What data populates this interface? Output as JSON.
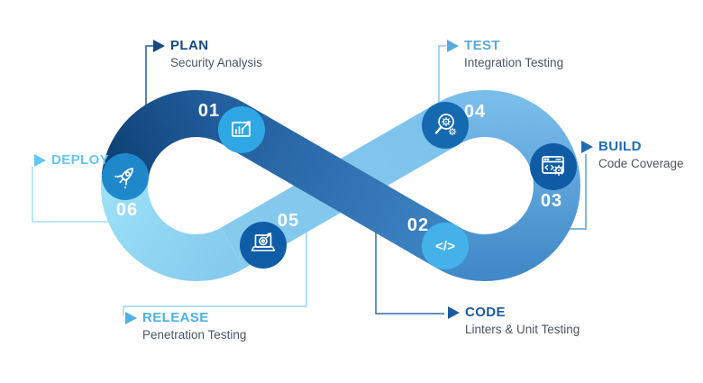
{
  "diagram": {
    "type": "devops-infinity-loop",
    "background_color": "#FFFFFF",
    "stages": [
      {
        "number": "01",
        "label": "PLAN",
        "sublabel": "Security Analysis",
        "label_color": "#17497F",
        "icon": "blueprint-chart-icon",
        "node_color": "#2FA7E4",
        "connector_color": "#1E5B9B"
      },
      {
        "number": "02",
        "label": "CODE",
        "sublabel": "Linters & Unit Testing",
        "label_color": "#1A5A9C",
        "icon": "code-brackets-icon",
        "icon_glyph": "</>",
        "node_color": "#44B2E9",
        "connector_color": "#2E6DB0"
      },
      {
        "number": "03",
        "label": "BUILD",
        "sublabel": "Code Coverage",
        "label_color": "#1E6CB2",
        "icon": "browser-gear-icon",
        "node_color": "#0F5CA5",
        "connector_color": "#55A0D6"
      },
      {
        "number": "04",
        "label": "TEST",
        "sublabel": "Integration Testing",
        "label_color": "#58A9DE",
        "icon": "search-gear-icon",
        "node_color": "#1569AE",
        "connector_color": "#8CC9EE"
      },
      {
        "number": "05",
        "label": "RELEASE",
        "sublabel": "Penetration Testing",
        "label_color": "#4FB0E5",
        "icon": "laptop-target-icon",
        "node_color": "#0E5DA6",
        "connector_color": "#96D6F2"
      },
      {
        "number": "06",
        "label": "DEPLOY",
        "sublabel": "",
        "label_color": "#63C7F2",
        "icon": "rocket-icon",
        "node_color": "#1E88CA",
        "connector_color": "#A5DEF6"
      }
    ],
    "ribbon_colors": {
      "left_top_dark_start": "#0F4478",
      "left_top_dark_end": "#245F9F",
      "dark_diagonal_end": "#3E85C4",
      "right_loop_bottom": "#4189C8",
      "right_loop_top": "#79BDEA",
      "light_diagonal_start": "#7DC2EB",
      "light_diagonal_end": "#86CBEE",
      "left_bottom_light_end": "#9ADFF6"
    }
  }
}
